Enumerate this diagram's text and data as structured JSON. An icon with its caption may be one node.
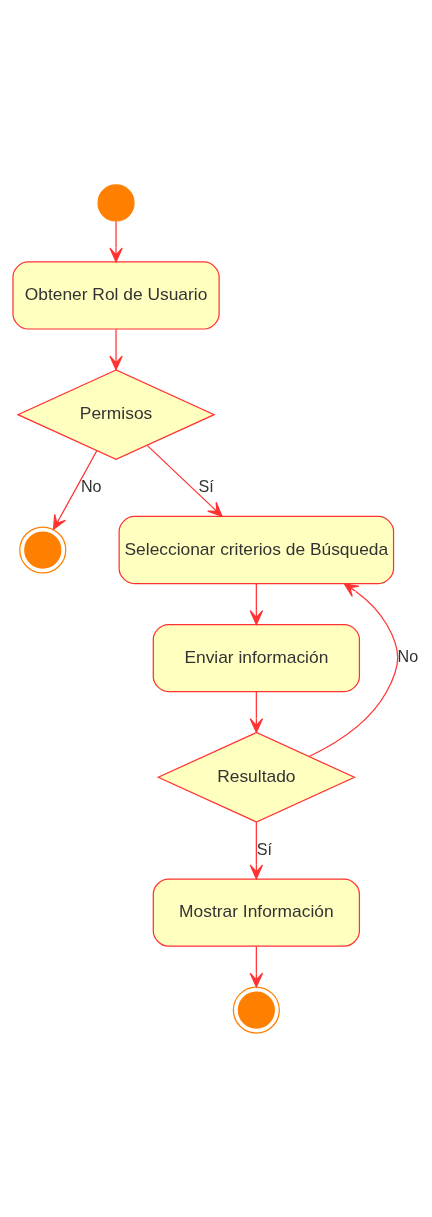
{
  "diagram": {
    "nodes": [
      {
        "text": [],
        "shape": "circle"
      },
      {
        "text": [
          "Obtener Rol de Usuario"
        ]
      },
      {
        "text": [
          "Permisos"
        ]
      },
      {
        "text": [],
        "shape": "circle"
      },
      {
        "text": [
          "Seleccionar criterios de Búsqueda"
        ]
      },
      {
        "text": [
          "Enviar información"
        ]
      },
      {
        "text": [
          "Resultado"
        ]
      },
      {
        "text": [
          "Mostrar Información"
        ]
      },
      {
        "text": [],
        "shape": "circle"
      }
    ],
    "edges": [
      {
        "from": 0,
        "to": 1,
        "arrow": "to"
      },
      {
        "from": 1,
        "to": 2,
        "arrow": "to"
      },
      {
        "from": 2,
        "to": 3,
        "arrow": "to",
        "label": "No"
      },
      {
        "from": 2,
        "to": 4,
        "arrow": "to",
        "label": "Sí"
      },
      {
        "from": 4,
        "to": 5,
        "arrow": "to"
      },
      {
        "from": 5,
        "to": 6,
        "arrow": "to"
      },
      {
        "from": 6,
        "to": 4,
        "arrow": "to",
        "label": "No"
      },
      {
        "from": 6,
        "to": 7,
        "arrow": "to",
        "label": "Sí"
      },
      {
        "from": 7,
        "to": 8,
        "arrow": "to"
      }
    ]
  }
}
